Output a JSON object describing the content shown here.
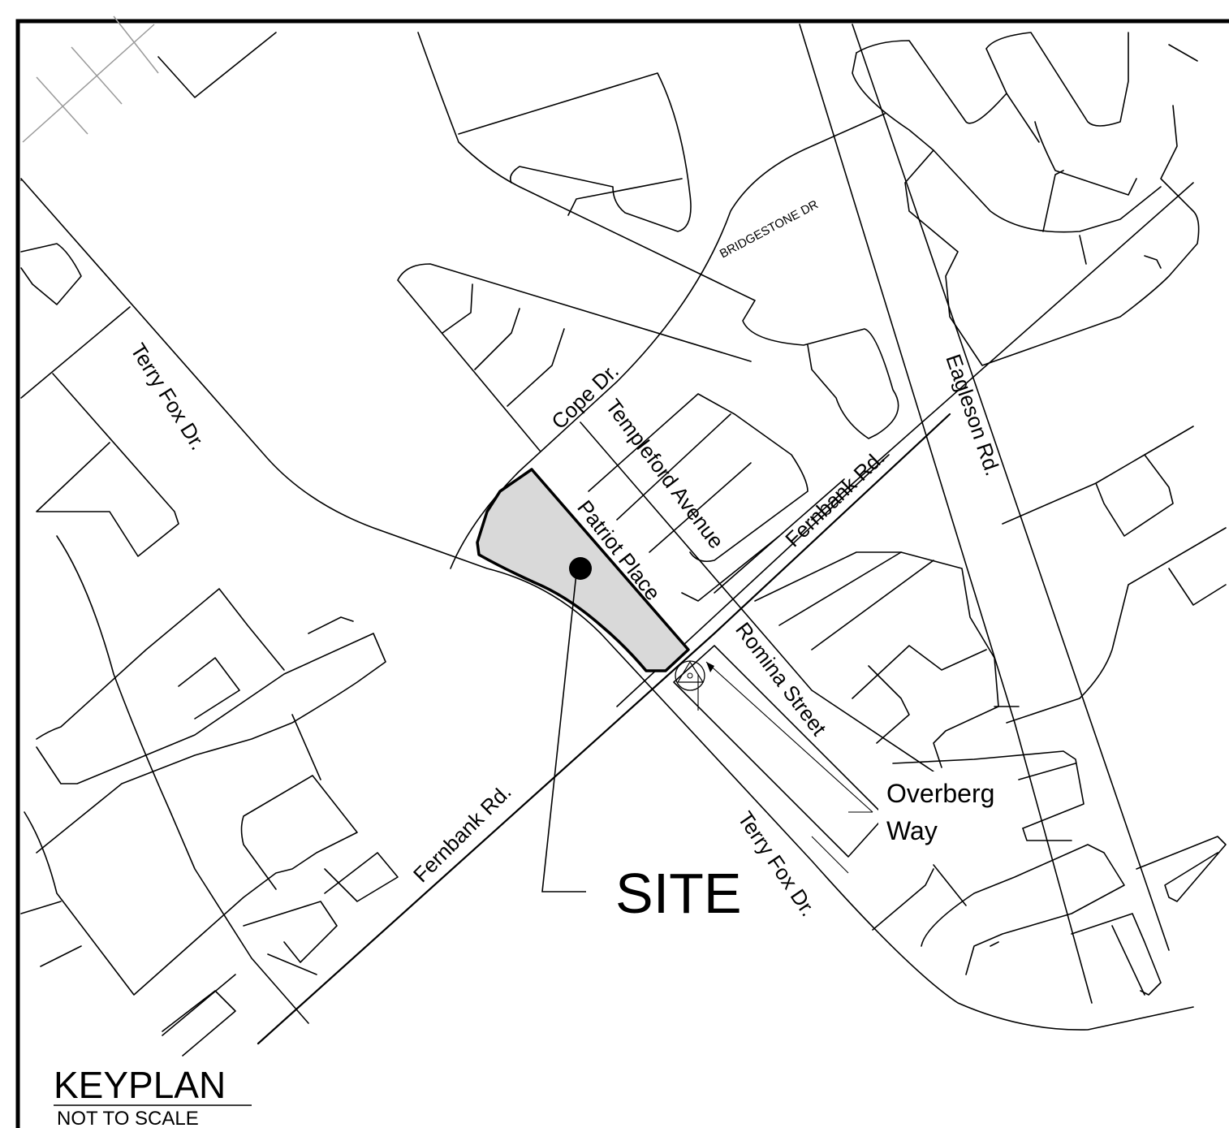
{
  "map": {
    "streets": {
      "terry_fox_upper": "Terry Fox Dr.",
      "terry_fox_lower": "Terry Fox Dr.",
      "cope": "Cope Dr.",
      "bridgestone": "BRIDGESTONE DR",
      "templeford": "Templeford Avenue",
      "patriot": "Patriot Place",
      "fernbank_upper": "Fernbank Rd.",
      "fernbank_lower": "Fernbank Rd.",
      "eagleson": "Eagleson Rd.",
      "romina": "Romina Street",
      "overberg_line1": "Overberg",
      "overberg_line2": "Way"
    },
    "site_label": "SITE",
    "keyplan": {
      "title": "KEYPLAN",
      "subtitle": "NOT TO SCALE"
    },
    "colors": {
      "site_fill": "#d9d9d9",
      "lines": "#000000",
      "grid_marks": "#9a9a9a"
    }
  }
}
